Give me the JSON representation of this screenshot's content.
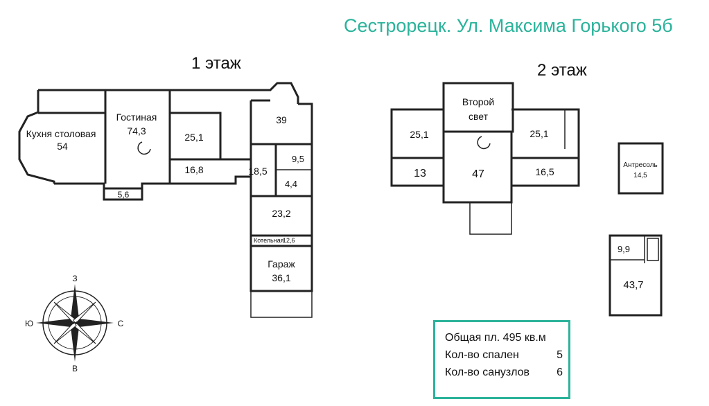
{
  "title": "Сестрорецк. Ул. Максима Горького 5б",
  "floor1": {
    "label": "1 этаж",
    "rooms": [
      {
        "name": "Кухня столовая",
        "area": "54"
      },
      {
        "name": "Гостиная",
        "area": "74,3"
      },
      {
        "name": "",
        "area": "25,1"
      },
      {
        "name": "",
        "area": "16,8"
      },
      {
        "name": "",
        "area": "5,6"
      },
      {
        "name": "",
        "area": "39"
      },
      {
        "name": "",
        "area": "18,5"
      },
      {
        "name": "",
        "area": "9,5"
      },
      {
        "name": "",
        "area": "4,4"
      },
      {
        "name": "",
        "area": "23,2"
      },
      {
        "name": "Котельная",
        "area": "12,6"
      },
      {
        "name": "Гараж",
        "area": "36,1"
      }
    ]
  },
  "floor2": {
    "label": "2 этаж",
    "rooms": [
      {
        "name": "Второй",
        "area": "свет"
      },
      {
        "name": "",
        "area": "25,1"
      },
      {
        "name": "",
        "area": "25,1"
      },
      {
        "name": "",
        "area": "13"
      },
      {
        "name": "",
        "area": "47"
      },
      {
        "name": "",
        "area": "16,5"
      }
    ]
  },
  "mezzanine": {
    "name": "Антресоль",
    "area": "14,5"
  },
  "annex": {
    "rooms": [
      {
        "area": "9,9"
      },
      {
        "area": "43,7"
      }
    ]
  },
  "compass": {
    "north": "С",
    "south": "Ю",
    "east": "В",
    "west": "З"
  },
  "summary": {
    "total_label": "Общая пл. 495 кв.м",
    "bedrooms_label": "Кол-во спален",
    "bedrooms_value": "5",
    "bathrooms_label": "Кол-во санузлов",
    "bathrooms_value": "6"
  },
  "colors": {
    "accent": "#2bb39b",
    "ink": "#222222"
  }
}
